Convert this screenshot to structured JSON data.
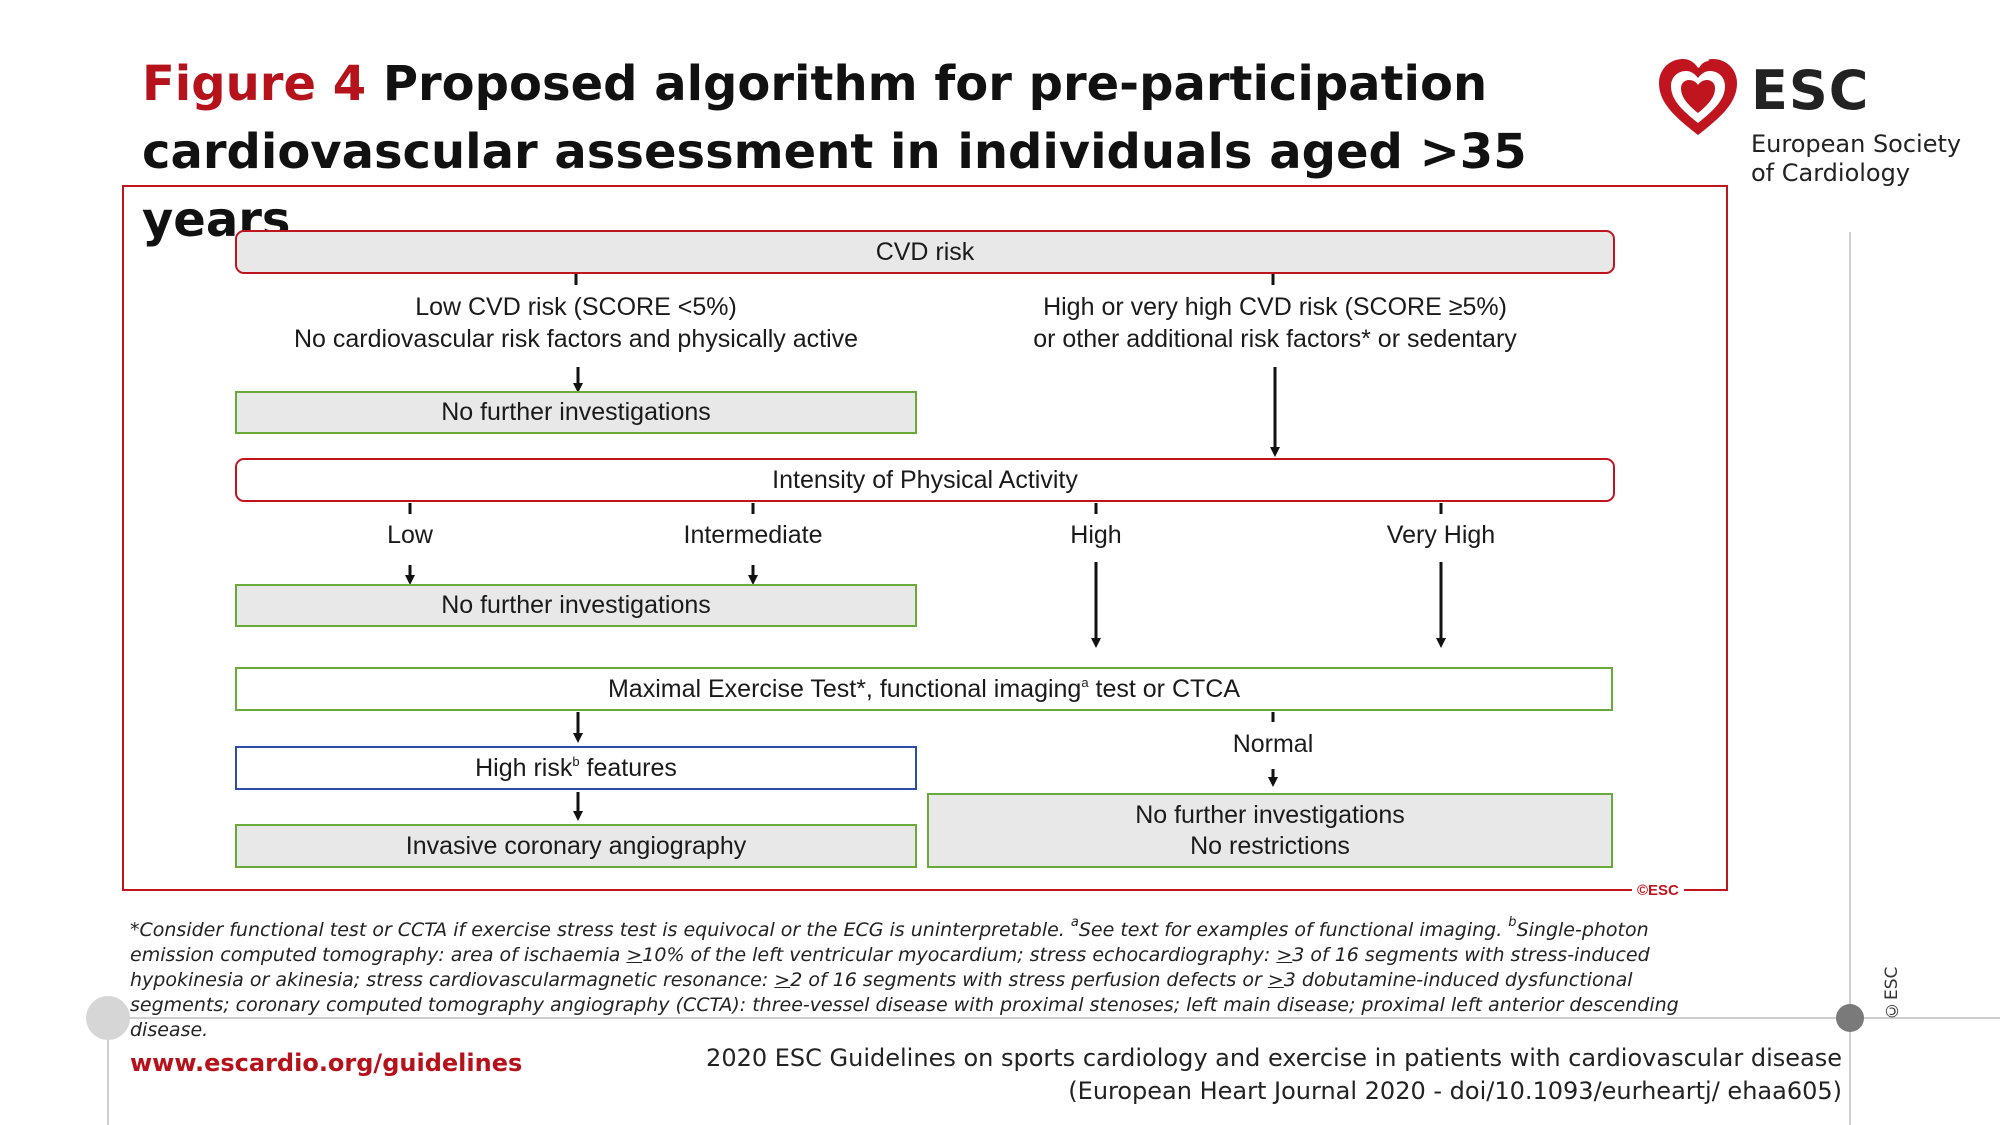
{
  "header": {
    "figure_label": "Figure 4",
    "title": "Proposed algorithm for pre-participation cardiovascular assessment in individuals aged >35 years"
  },
  "logo": {
    "acronym": "ESC",
    "full_name": "European Society of Cardiology",
    "icon": "esc-heart-icon"
  },
  "flowchart": {
    "cvd_risk": "CVD risk",
    "low_risk_line1": "Low CVD risk (SCORE <5%)",
    "low_risk_line2": "No cardiovascular risk factors and physically active",
    "high_risk_line1": "High or very high CVD risk (SCORE ≥5%)",
    "high_risk_line2": "or other additional risk factors* or sedentary",
    "no_further_1": "No further investigations",
    "intensity": "Intensity of Physical Activity",
    "low": "Low",
    "intermediate": "Intermediate",
    "high": "High",
    "very_high": "Very High",
    "no_further_2": "No further investigations",
    "max_test_part1": "Maximal Exercise Test*, functional imaging",
    "max_test_sup": "a",
    "max_test_part2": " test or CTCA",
    "high_risk_feat_part1": "High risk",
    "high_risk_feat_sup": "b",
    "high_risk_feat_part2": " features",
    "normal": "Normal",
    "invasive": "Invasive coronary angiography",
    "no_further_3_line1": "No further investigations",
    "no_further_3_line2": "No restrictions",
    "copyright_mark": "©ESC"
  },
  "footnote": {
    "part1": "*Consider functional test or CCTA if exercise stress test is equivocal or the ECG is uninterpretable. ",
    "sup_a": "a",
    "part2": "See text for examples of functional imaging. ",
    "sup_b": "b",
    "part3": "Single-photon emission computed tomography: area of ischaemia ",
    "ge1": ">",
    "part4": "10% of the left ventricular myocardium; stress echocardiography: ",
    "ge2": ">",
    "part5": "3 of 16 segments with stress-induced hypokinesia or akinesia; stress cardiovascularmagnetic resonance: ",
    "ge3": ">",
    "part6": "2 of 16 segments with stress perfusion defects or ",
    "ge4": ">",
    "part7": "3 dobutamine-induced dysfunctional segments; coronary computed tomography angiography (CCTA): three-vessel disease with proximal stenoses; left main disease; proximal left anterior descending disease."
  },
  "side_mark": "©ESC",
  "footer": {
    "url": "www.escardio.org/guidelines",
    "citation_line1": "2020 ESC Guidelines on sports cardiology and exercise in patients with cardiovascular disease",
    "citation_line2": "(European Heart Journal 2020 - doi/10.1093/eurheartj/ ehaa605)"
  },
  "colors": {
    "brand_red": "#c0141f",
    "green_border": "#6aaa3a",
    "blue_border": "#2b4da8",
    "grey_fill": "#e8e8e8"
  }
}
